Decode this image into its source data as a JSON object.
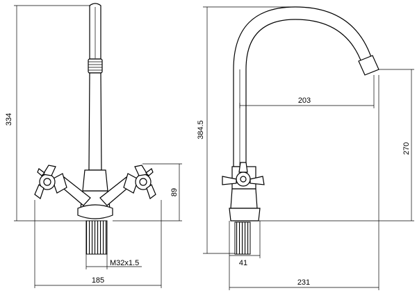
{
  "front_view": {
    "height_label": "334",
    "handle_height_label": "89",
    "thread_label": "M32x1.5",
    "width_label": "185"
  },
  "side_view": {
    "height_label": "384.5",
    "reach_label": "203",
    "spout_height_label": "270",
    "base_label": "41",
    "depth_label": "231"
  }
}
